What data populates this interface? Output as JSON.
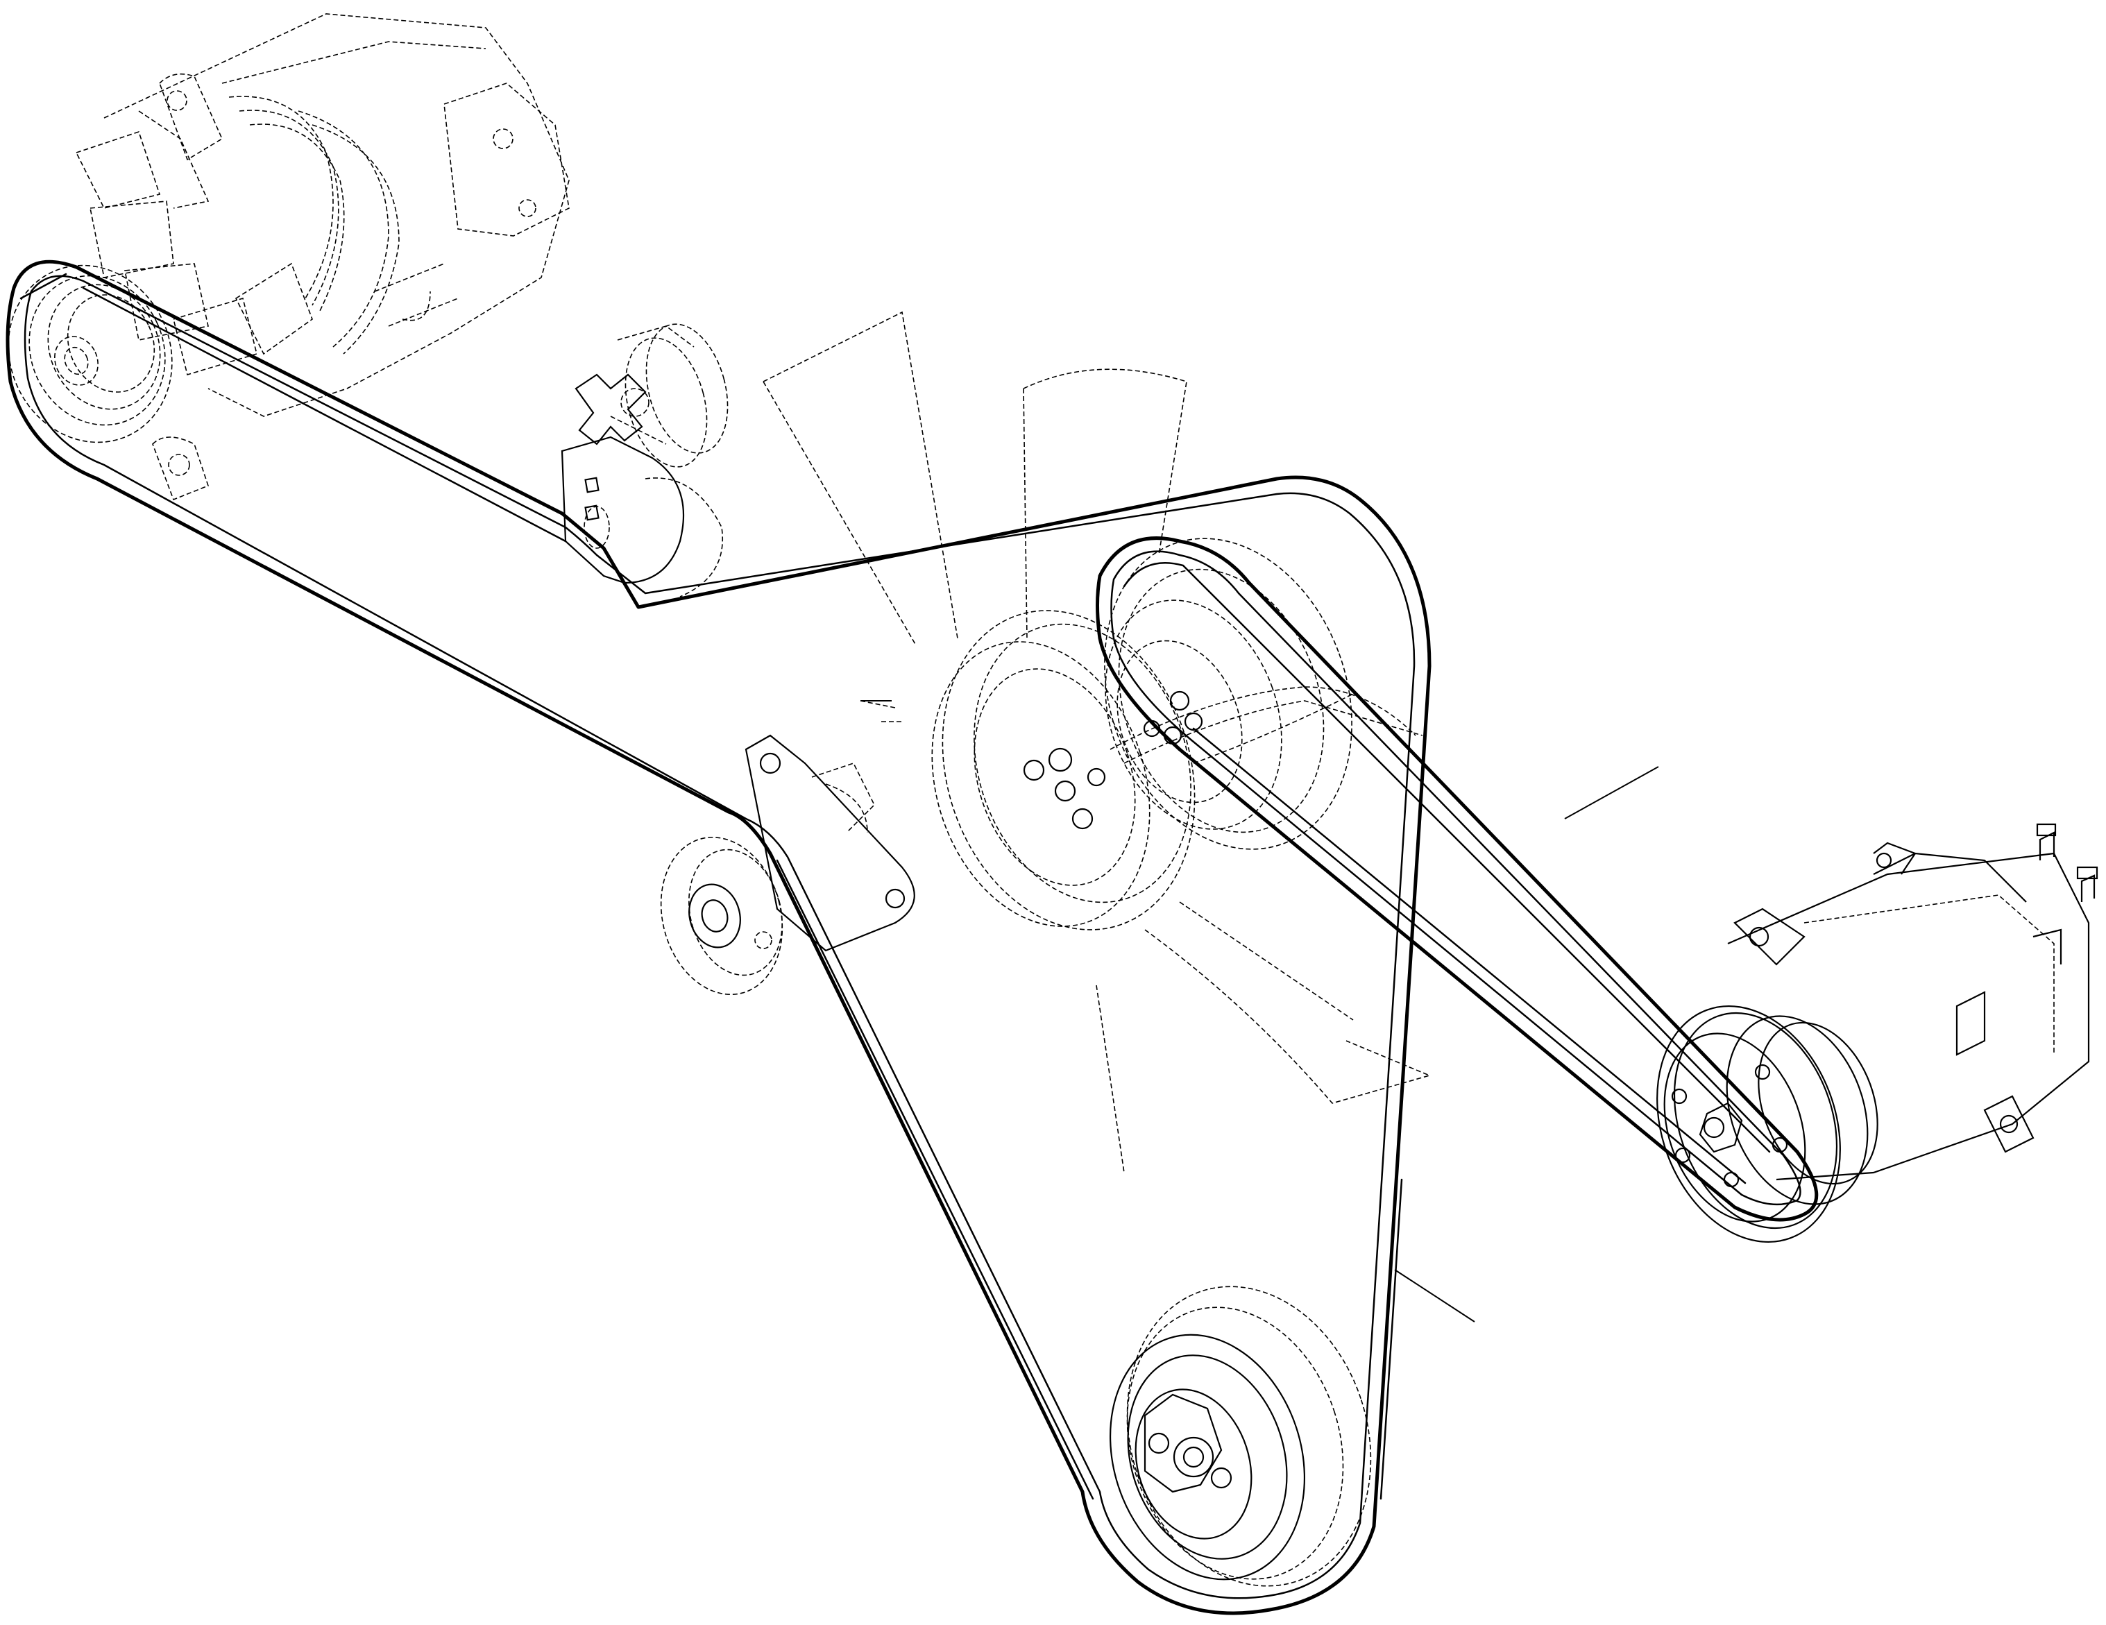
{
  "drawing": {
    "colors": {
      "belt": "#000000",
      "hidden_line": "#000000",
      "leader": "#000000",
      "background": "#ffffff"
    },
    "components": [
      "alternator",
      "alternator-pulley",
      "idler-pulley",
      "belt-tensioner",
      "fan-hub",
      "water-pump-pulley",
      "crankshaft-pulley",
      "ac-compressor",
      "compressor-pulley",
      "fan-belt",
      "ac-compressor-belt"
    ]
  }
}
